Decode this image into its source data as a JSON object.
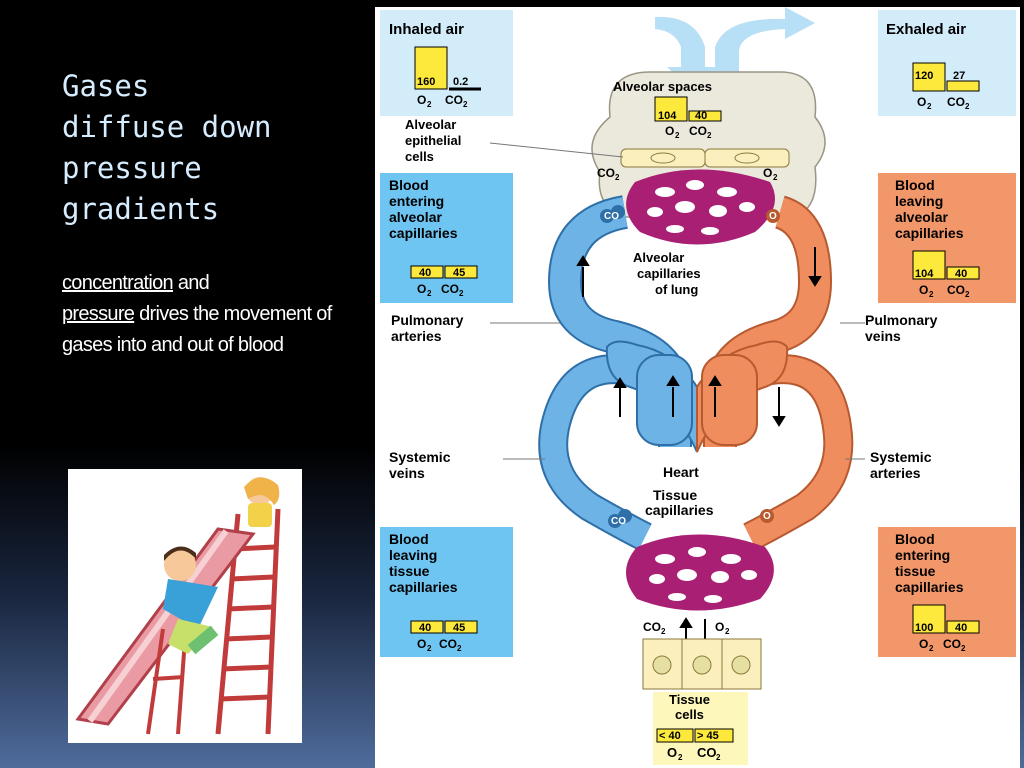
{
  "slide": {
    "title_lines": [
      "Gases",
      "diffuse down",
      "pressure",
      "gradients"
    ],
    "body": {
      "word1": "concentration",
      "text1": " and",
      "word2": "pressure",
      "text2": " drives the movement of gases into and out of blood"
    }
  },
  "diagram": {
    "inhaled": {
      "title": "Inhaled air",
      "o2": "160",
      "co2": "0.2",
      "o2_sub": "O",
      "co2_sub": "CO"
    },
    "exhaled": {
      "title": "Exhaled air",
      "o2": "120",
      "co2": "27"
    },
    "alveolar_spaces": {
      "title": "Alveolar spaces",
      "o2": "104",
      "co2": "40"
    },
    "labels": {
      "alveolar_epithelial": [
        "Alveolar",
        "epithelial",
        "cells"
      ],
      "alveolar_capillaries": [
        "Alveolar",
        "capillaries",
        "of lung"
      ],
      "pulmonary_arteries": [
        "Pulmonary",
        "arteries"
      ],
      "pulmonary_veins": [
        "Pulmonary",
        "veins"
      ],
      "systemic_veins": [
        "Systemic",
        "veins"
      ],
      "systemic_arteries": [
        "Systemic",
        "arteries"
      ],
      "heart": "Heart",
      "tissue_capillaries": [
        "Tissue",
        "capillaries"
      ],
      "co2": "CO",
      "o2": "O"
    },
    "blood_entering_alveolar": {
      "title": [
        "Blood",
        "entering",
        "alveolar",
        "capillaries"
      ],
      "o2": "40",
      "co2": "45"
    },
    "blood_leaving_alveolar": {
      "title": [
        "Blood",
        "leaving",
        "alveolar",
        "capillaries"
      ],
      "o2": "104",
      "co2": "40"
    },
    "blood_leaving_tissue": {
      "title": [
        "Blood",
        "leaving",
        "tissue",
        "capillaries"
      ],
      "o2": "40",
      "co2": "45"
    },
    "blood_entering_tissue": {
      "title": [
        "Blood",
        "entering",
        "tissue",
        "capillaries"
      ],
      "o2": "100",
      "co2": "40"
    },
    "tissue_cells": {
      "title": [
        "Tissue",
        "cells"
      ],
      "o2": "< 40",
      "co2": "> 45"
    },
    "colors": {
      "blue_panel": "#6ec5f2",
      "orange_panel": "#f2976a",
      "light_blue_panel": "#d3ecfa",
      "yellow": "#fde83c",
      "cream": "#fbefbe",
      "vein_blue": "#6db3e6",
      "artery_orange": "#f08d5e",
      "capillary_purple": "#a81f73",
      "alveolus_gray": "#ebe8dc"
    }
  }
}
